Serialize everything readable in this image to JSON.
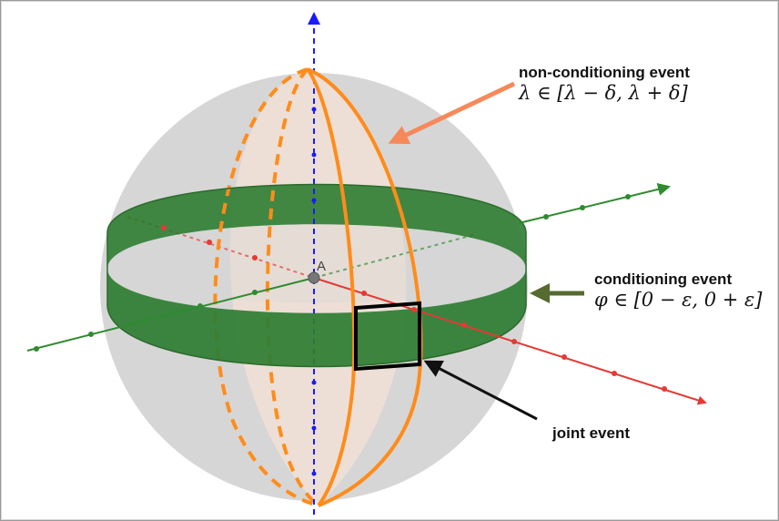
{
  "colors": {
    "sphere": "#d6d6d6",
    "band": "#2e7d32",
    "meridian": "#ff8c1a",
    "meridian_fill": "#f1e1d6",
    "x_axis": "#e53935",
    "y_axis": "#2e8b2e",
    "z_axis": "#1a1aff",
    "joint_box": "#000000",
    "arrow_nonconditioning": "#f5895a",
    "arrow_conditioning": "#556b2f",
    "arrow_joint": "#111111"
  },
  "diagram": {
    "point_label": "A",
    "non_conditioning": {
      "title": "non-conditioning event",
      "formula": "λ ∈ [λ − δ, λ + δ]"
    },
    "conditioning": {
      "title": "conditioning event",
      "formula": "φ ∈ [0 − ε, 0 + ε]"
    },
    "joint": {
      "title": "joint event"
    }
  }
}
